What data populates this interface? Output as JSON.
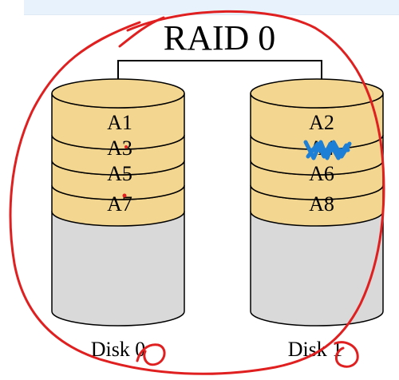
{
  "title": "RAID 0",
  "disks": [
    {
      "label": "Disk 0",
      "blocks": [
        "A1",
        "A3",
        "A5",
        "A7"
      ]
    },
    {
      "label": "Disk 1",
      "blocks": [
        "A2",
        "A4",
        "A6",
        "A8"
      ]
    }
  ],
  "colors": {
    "block_fill": "#f3d68f",
    "empty_fill": "#d9d9d9",
    "outline": "#000000",
    "annotation_red": "#e02020",
    "annotation_blue": "#1e7fd6",
    "top_band": "#e8f2fd"
  }
}
